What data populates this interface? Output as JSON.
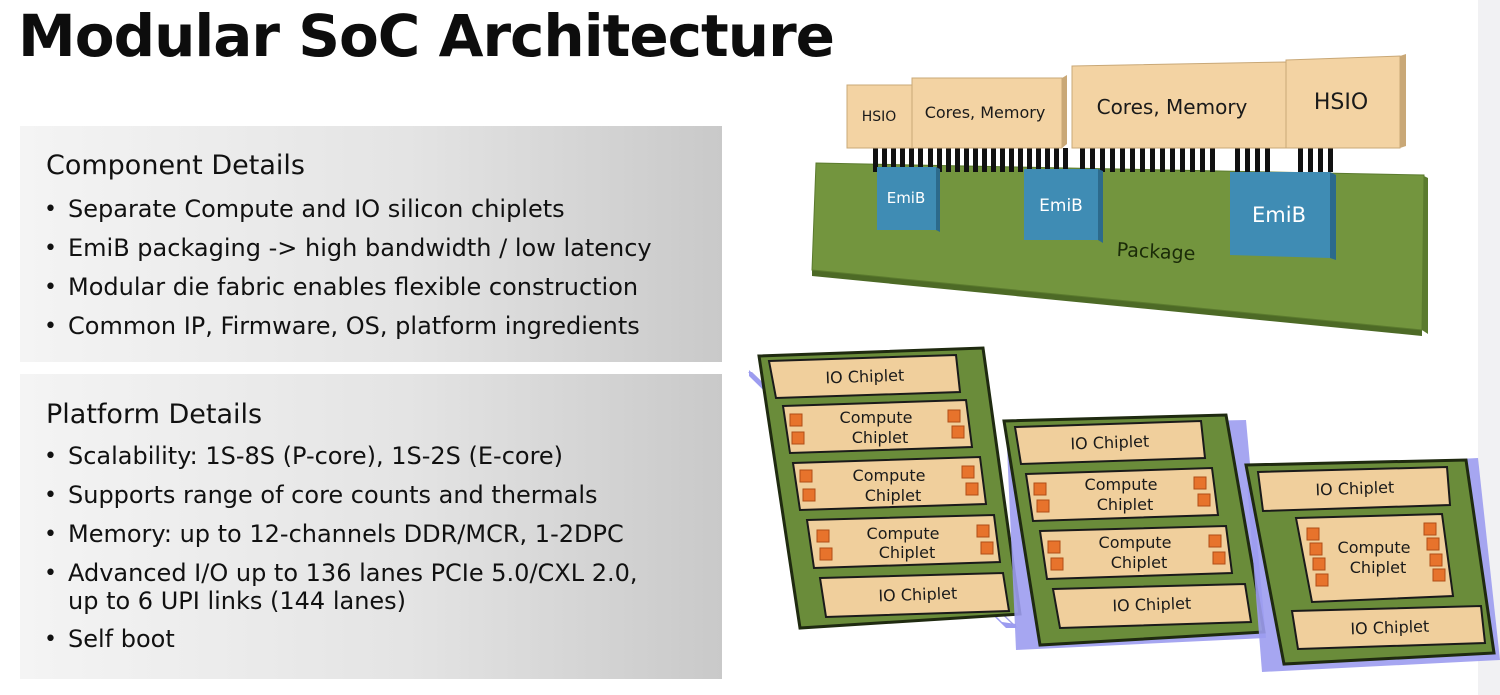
{
  "title": "Modular SoC Architecture",
  "component_details": {
    "heading": "Component Details",
    "items": [
      "Separate Compute and IO silicon chiplets",
      "EmiB packaging -> high bandwidth / low latency",
      "Modular die fabric enables flexible construction",
      "Common IP, Firmware, OS, platform ingredients"
    ]
  },
  "platform_details": {
    "heading": "Platform Details",
    "items": [
      "Scalability: 1S-8S (P-core), 1S-2S (E-core)",
      "Supports range of core counts and thermals",
      "Memory: up to 12-channels DDR/MCR, 1-2DPC"
    ],
    "io_line_1": "Advanced I/O up to 136 lanes PCIe 5.0/CXL 2.0,",
    "io_line_2": "up to 6 UPI links (144 lanes)",
    "last_item": "Self boot"
  },
  "package_diagram": {
    "dies": [
      "HSIO",
      "Cores, Memory",
      "Cores, Memory",
      "HSIO"
    ],
    "bridges": [
      "EmiB",
      "EmiB",
      "EmiB"
    ],
    "substrate_label": "Package",
    "colors": {
      "die": "#f3d3a3",
      "substrate": "#73953e",
      "bridge": "#3f8cb4"
    }
  },
  "configurations": [
    {
      "chiplets": [
        "IO Chiplet",
        "Compute\nChiplet",
        "Compute\nChiplet",
        "Compute\nChiplet",
        "IO Chiplet"
      ]
    },
    {
      "chiplets": [
        "IO Chiplet",
        "Compute\nChiplet",
        "Compute\nChiplet",
        "IO Chiplet"
      ]
    },
    {
      "chiplets": [
        "IO Chiplet",
        "Compute\nChiplet",
        "IO Chiplet"
      ]
    }
  ]
}
